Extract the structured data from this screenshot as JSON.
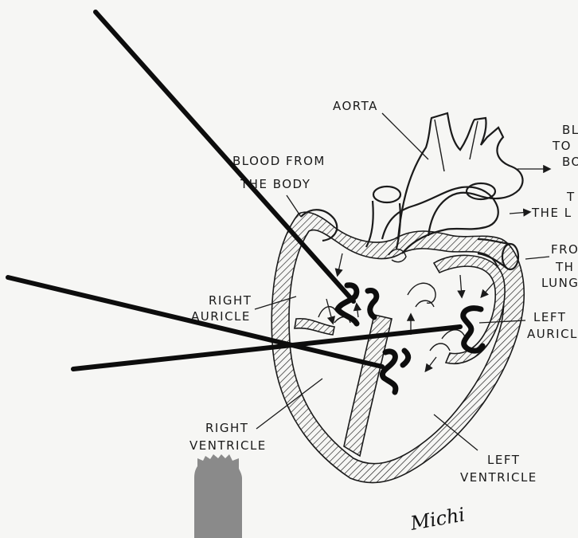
{
  "labels": {
    "aorta": "AORTA",
    "blood_to_body": [
      "BL",
      "TO",
      "BO"
    ],
    "to_lungs": [
      "T",
      "THE L"
    ],
    "blood_from_body": [
      "BLOOD FROM",
      "THE BODY"
    ],
    "from_lungs": [
      "FRO",
      "TH",
      "LUNG"
    ],
    "right_auricle": [
      "RIGHT",
      "AURICLE"
    ],
    "left_auricle": [
      "LEFT",
      "AURICL"
    ],
    "right_ventricle": [
      "RIGHT",
      "VENTRICLE"
    ],
    "left_ventricle": [
      "LEFT",
      "VENTRICLE"
    ]
  },
  "signature": "Michi",
  "colors": {
    "ink": "#1a1a1a",
    "marker": "#0d0d0d",
    "paper": "#f6f6f4",
    "tower": "#8a8a8a"
  }
}
